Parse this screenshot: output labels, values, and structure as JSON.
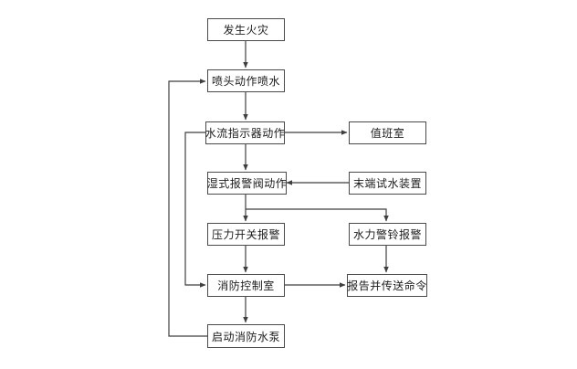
{
  "diagram": {
    "background": "#ffffff",
    "line_color": "#3f3f3f",
    "border_color": "#4a4a4a",
    "text_color": "#1c1c1c",
    "nodes": {
      "fire": {
        "label": "发生火灾"
      },
      "sprinkler": {
        "label": "喷头动作喷水"
      },
      "flow_indicator": {
        "label": "水流指示器动作"
      },
      "duty_room": {
        "label": "值班室"
      },
      "wet_valve": {
        "label": "湿式报警阀动作"
      },
      "end_test": {
        "label": "末端试水装置"
      },
      "pressure_switch": {
        "label": "压力开关报警"
      },
      "hydraulic_bell": {
        "label": "水力警铃报警"
      },
      "control_room": {
        "label": "消防控制室"
      },
      "report": {
        "label": "报告并传送命令"
      },
      "start_pump": {
        "label": "启动消防水泵"
      }
    },
    "edges": [
      {
        "from": "fire",
        "to": "sprinkler"
      },
      {
        "from": "sprinkler",
        "to": "flow_indicator"
      },
      {
        "from": "flow_indicator",
        "to": "duty_room"
      },
      {
        "from": "flow_indicator",
        "to": "wet_valve"
      },
      {
        "from": "end_test",
        "to": "wet_valve"
      },
      {
        "from": "wet_valve",
        "to": "pressure_switch"
      },
      {
        "from": "wet_valve",
        "to": "hydraulic_bell"
      },
      {
        "from": "pressure_switch",
        "to": "control_room"
      },
      {
        "from": "hydraulic_bell",
        "to": "report"
      },
      {
        "from": "control_room",
        "to": "report"
      },
      {
        "from": "control_room",
        "to": "start_pump"
      },
      {
        "from": "start_pump",
        "to": "sprinkler"
      },
      {
        "from": "flow_indicator",
        "to": "control_room"
      }
    ]
  }
}
